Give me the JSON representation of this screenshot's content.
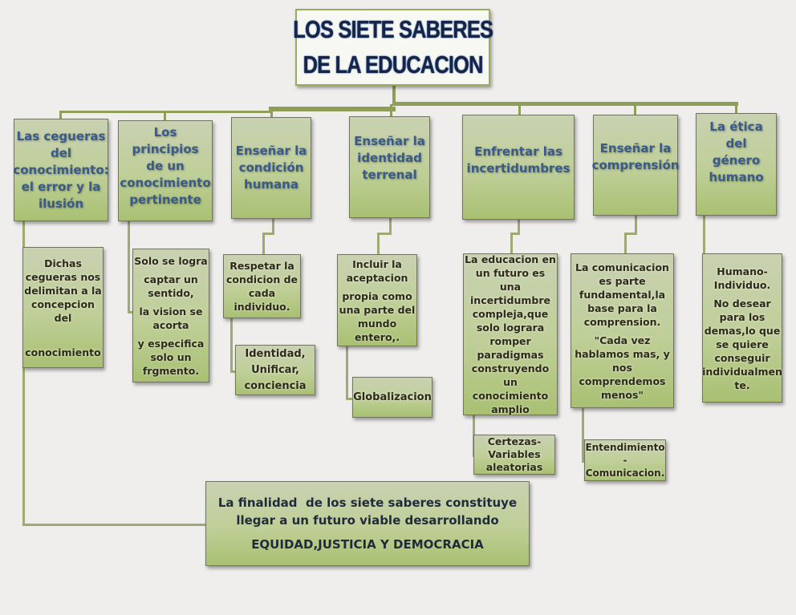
{
  "title": {
    "line1": "LOS SIETE SABERES",
    "line2": "DE LA EDUCACION"
  },
  "saberes": [
    {
      "label_lines": [
        "Las cegueras",
        "del",
        "conocimiento:",
        "el error y la",
        "ilusión"
      ],
      "description_lines": [
        "Dichas",
        "cegueras nos",
        "delimitan a la",
        "concepcion",
        "del",
        "",
        "conocimiento"
      ]
    },
    {
      "label_lines": [
        "Los principios",
        "de un",
        "conocimiento",
        "pertinente"
      ],
      "description_lines": [
        "Solo se logra",
        "captar un",
        "sentido,",
        "la vision se",
        "acorta",
        "y especifica",
        "solo un",
        "frgmento."
      ]
    },
    {
      "label_lines": [
        "Enseñar la",
        "condición",
        "humana"
      ],
      "description_lines": [
        "Respetar la",
        "condicion de",
        "cada",
        "individuo."
      ],
      "sub_lines": [
        "Identidad,",
        "Unificar,",
        "conciencia"
      ]
    },
    {
      "label_lines": [
        "Enseñar la",
        "identidad",
        "terrenal"
      ],
      "description_lines": [
        "Incluir la",
        "aceptacion",
        "propia como",
        "una parte del",
        "mundo",
        "entero,."
      ],
      "sub_lines": [
        "Globalizacion"
      ]
    },
    {
      "label_lines": [
        "Enfrentar las",
        "incertidumbres"
      ],
      "description_lines": [
        "La educacion en",
        "un futuro es una",
        "incertidumbre",
        "compleja,que",
        "solo lograra",
        "romper",
        "paradigmas",
        "construyendo un",
        "conocimiento",
        "amplio"
      ],
      "sub_lines": [
        "Certezas-",
        "Variables",
        "aleatorias"
      ]
    },
    {
      "label_lines": [
        "Enseñar la",
        "comprensión"
      ],
      "description_lines": [
        "La comunicacion",
        "es parte",
        "fundamental,la",
        "base para la",
        "comprension.",
        "\"Cada vez",
        "hablamos mas, y",
        "nos",
        "comprendemos",
        "menos\""
      ],
      "sub_lines": [
        "Entendimiento",
        "-",
        "Comunicacion."
      ]
    },
    {
      "label_lines": [
        "La ética del",
        "género",
        "humano"
      ],
      "description_lines": [
        "Humano-",
        "Individuo.",
        "No desear",
        "para los",
        "demas,lo que",
        "se quiere",
        "conseguir",
        "individualmen",
        "te."
      ]
    }
  ],
  "conclusion": {
    "line1": "La finalidad  de los siete saberes constituye",
    "line2": "llegar a un futuro viable desarrollando",
    "line3": "EQUIDAD,JUSTICIA Y DEMOCRACIA"
  },
  "colors": {
    "background": "#efeeec",
    "connector": "#8f9f57",
    "box_fill_top": "#c9d1b1",
    "box_fill_bottom": "#a9c072",
    "category_text": "#3a5a8c",
    "title_text": "#14244a",
    "body_text": "#2d2a1c"
  }
}
